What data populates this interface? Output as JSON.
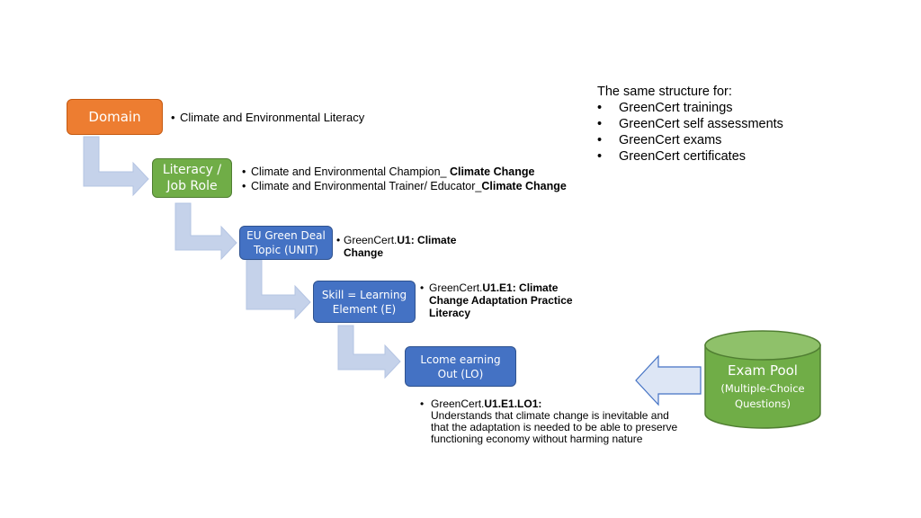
{
  "domain_box": {
    "label": "Domain"
  },
  "domain_item": "Climate and Environmental   Literacy",
  "literacy_box": {
    "line1": "Literacy /",
    "line2": "Job Role"
  },
  "literacy_items": [
    {
      "plain": "Climate and Environmental  Champion_ ",
      "bold": "Climate Change"
    },
    {
      "plain": "Climate and Environmental Trainer/  Educator_",
      "bold": "Climate Change"
    }
  ],
  "unit_box": {
    "line1": "EU Green Deal",
    "line2": "Topic (UNIT)"
  },
  "unit_item": {
    "plain": "GreenCert.",
    "bold1": "U1: Climate",
    "bold2": "Change"
  },
  "skill_box": {
    "line1": "Skill = Learning",
    "line2": "Element (E)"
  },
  "skill_item": {
    "plain": "GreenCert.",
    "bold1": "U1.E1: Climate",
    "bold2": "Change Adaptation Practice",
    "bold3": "Literacy"
  },
  "lo_box": {
    "line1": "Lcome earning",
    "line2": "Out (LO)"
  },
  "lo_item": {
    "plain": "GreenCert.",
    "bold": "U1.E1.LO1:",
    "line2": "Understands that climate change is  inevitable and",
    "line3": "that the adaptation is needed to be able to preserve",
    "line4": "functioning economy without harming nature"
  },
  "exam_pool": {
    "title": "Exam Pool",
    "line2": "(Multiple-Choice",
    "line3": "Questions)"
  },
  "note": {
    "heading": "The same structure for:",
    "items": [
      "GreenCert trainings",
      "GreenCert self assessments",
      "GreenCert exams",
      "GreenCert certificates"
    ]
  },
  "colors": {
    "domain": "#ed7d31",
    "literacy": "#70ad47",
    "level_boxes": "#4472c4",
    "arrows": "#c5d2ea",
    "exam_pool": "#70ad47"
  }
}
